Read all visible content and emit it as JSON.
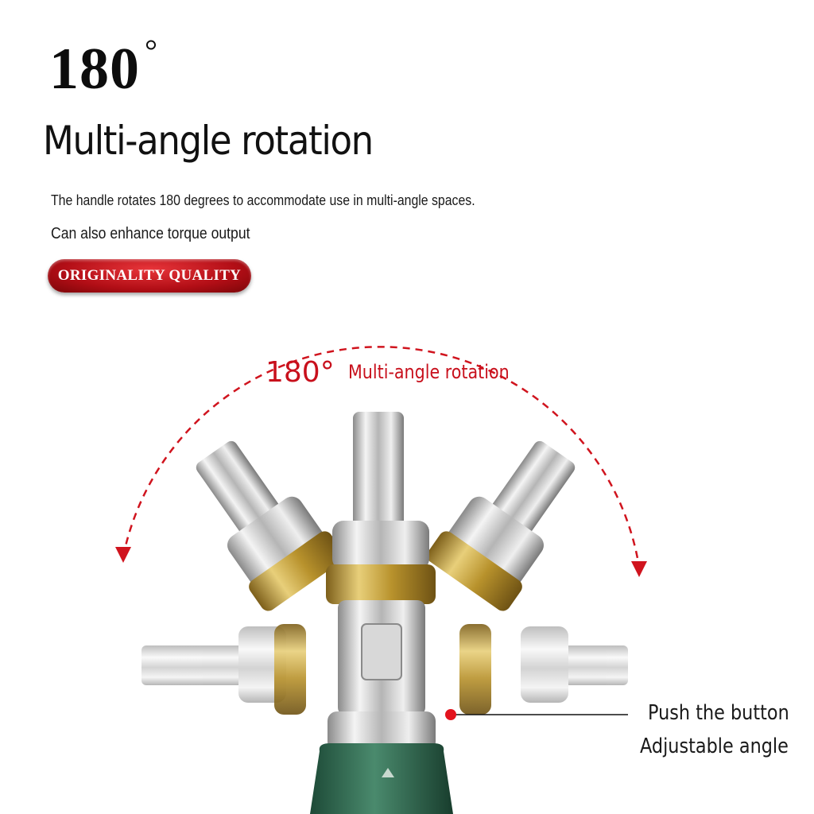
{
  "header": {
    "degree_value": "180",
    "degree_symbol": "°",
    "headline": "Multi-angle rotation",
    "description_line1": "The handle rotates 180 degrees to accommodate use in multi-angle spaces.",
    "description_line2": "Can also enhance torque output",
    "badge_label": "ORIGINALITY QUALITY"
  },
  "diagram": {
    "arc_degree": "180°",
    "arc_label": "Multi-angle rotation",
    "callout_line1": "Push the button",
    "callout_line2": "Adjustable angle"
  },
  "colors": {
    "accent_red": "#c8101c",
    "brass": "#c9a43a",
    "handle_green": "#2f6b52"
  }
}
